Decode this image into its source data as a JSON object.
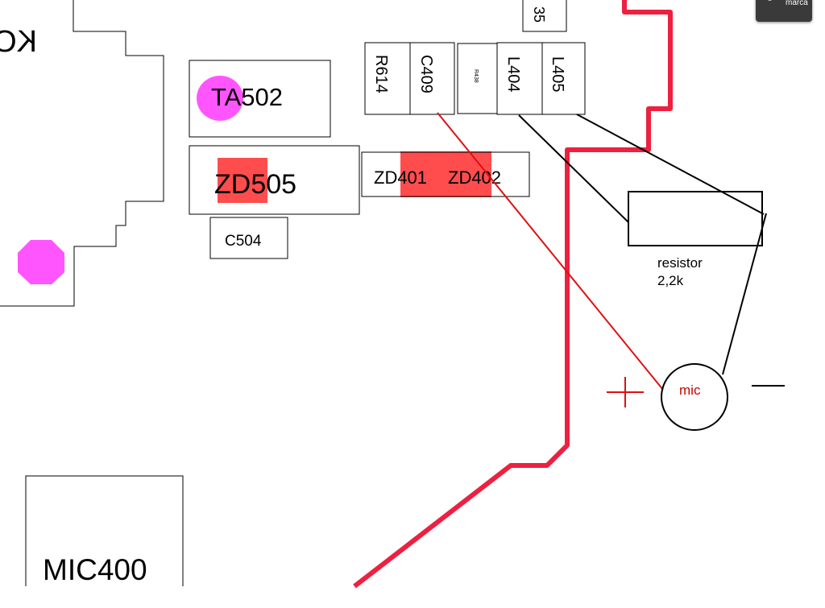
{
  "labels": {
    "ko": "KO",
    "r35": "35",
    "r614": "R614",
    "c409": "C409",
    "r438": "R438",
    "l404": "L404",
    "l405": "L405",
    "ta502": "TA502",
    "zd505": "ZD505",
    "zd401": "ZD401",
    "zd402": "ZD402",
    "c504": "C504",
    "mic400": "MIC400",
    "resistor_name": "resistor",
    "resistor_value": "2,2k",
    "mic": "mic"
  },
  "overlay": {
    "badge_text": "marca"
  },
  "colors": {
    "outline": "#000000",
    "trace": "#ee2040",
    "wire": "#e01010",
    "highlight": "#ff4d4d",
    "pad": "#ff55ff",
    "mic_text": "#cc0000"
  }
}
